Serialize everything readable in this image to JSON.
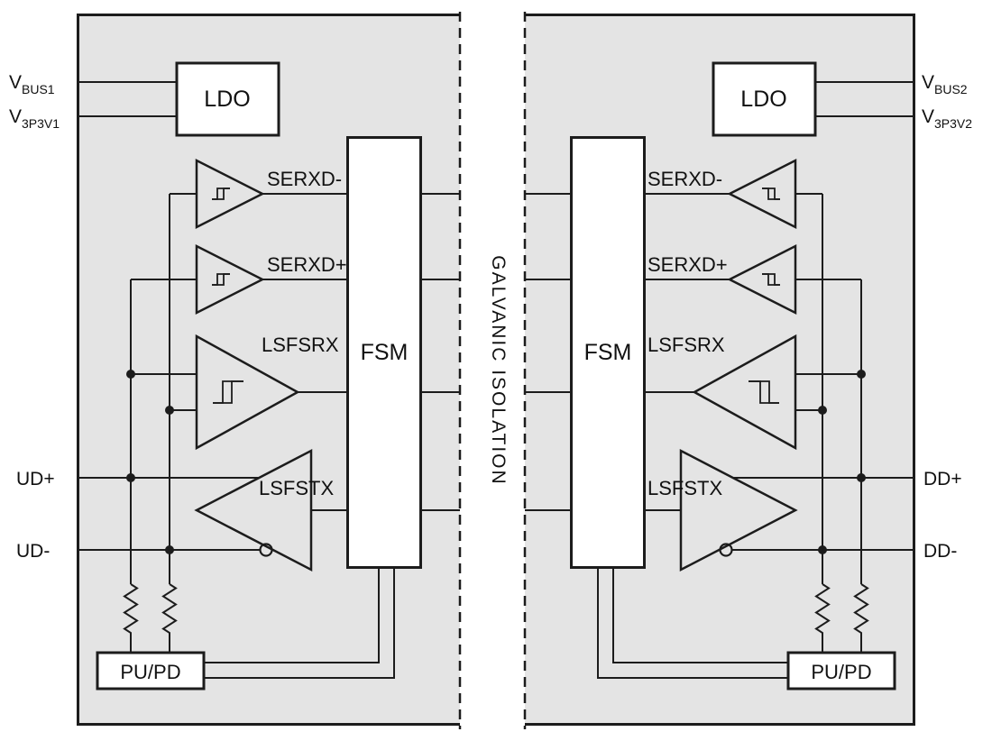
{
  "colors": {
    "chip_fill": "#e4e4e4",
    "stroke": "#1c1c1c",
    "box_fill": "#ffffff"
  },
  "icons": {
    "hysteresis_icon": "schmitt-trigger-hysteresis-curve",
    "inverter_bubble_icon": "open-circle-inversion",
    "junction_dot_icon": "filled-circle-junction",
    "resistor_icon": "zigzag-resistor"
  },
  "isolation_label": "GALVANIC ISOLATION",
  "left": {
    "vbus_pin": {
      "base": "V",
      "sub": "BUS1"
    },
    "v3p3_pin": {
      "base": "V",
      "sub": "3P3V1"
    },
    "ldo_label": "LDO",
    "fsm_label": "FSM",
    "pupd_label": "PU/PD",
    "serxd_minus_label": "SERXD-",
    "serxd_plus_label": "SERXD+",
    "lsfsrx_label": "LSFSRX",
    "lsfstx_label": "LSFSTX",
    "dplus_pin": "UD+",
    "dminus_pin": "UD-"
  },
  "right": {
    "vbus_pin": {
      "base": "V",
      "sub": "BUS2"
    },
    "v3p3_pin": {
      "base": "V",
      "sub": "3P3V2"
    },
    "ldo_label": "LDO",
    "fsm_label": "FSM",
    "pupd_label": "PU/PD",
    "serxd_minus_label": "SERXD-",
    "serxd_plus_label": "SERXD+",
    "lsfsrx_label": "LSFSRX",
    "lsfstx_label": "LSFSTX",
    "dplus_pin": "DD+",
    "dminus_pin": "DD-"
  }
}
